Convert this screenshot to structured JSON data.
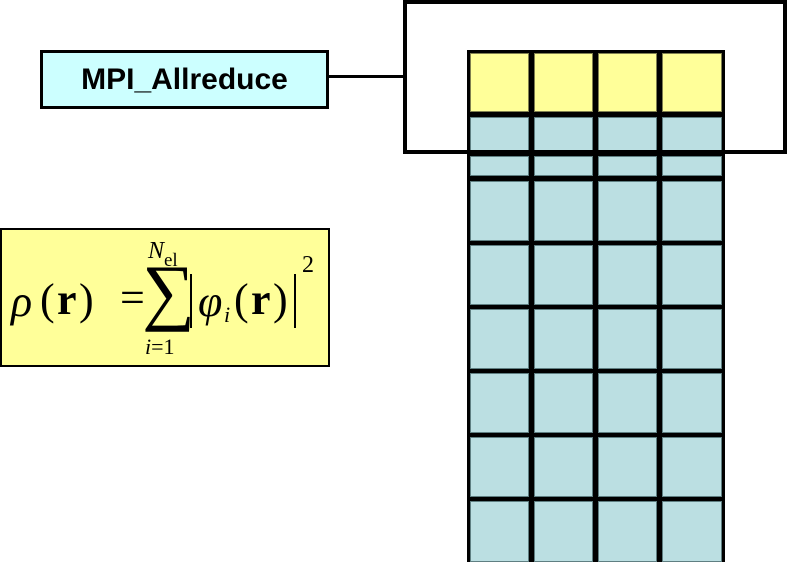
{
  "diagram": {
    "label_box": {
      "text": "MPI_Allreduce",
      "fill": "#CCFFFF",
      "border": "#000000"
    },
    "equation_box": {
      "fill": "#FFFF99",
      "border": "#000000",
      "latex": "\\rho(\\mathbf{r}) = \\sum_{i=1}^{N_{\\mathrm{el}}} \\left|\\varphi_i(\\mathbf{r})\\right|^2",
      "parts": {
        "rho": "ρ",
        "open_paren": "(",
        "r": "r",
        "close_paren": ")",
        "equals": "=",
        "sigma": "∑",
        "upper_limit_var": "N",
        "upper_limit_sub": "el",
        "lower_limit_var": "i",
        "lower_limit_eq": "=1",
        "phi": "φ",
        "phi_sub": "i",
        "open_paren2": "(",
        "r2": "r",
        "close_paren2": ")",
        "exponent": "2"
      }
    },
    "grid": {
      "columns": 4,
      "rows": 8,
      "header_row_fill": "#FFFF99",
      "body_fill": "#BBDFE2",
      "line_color": "#000000",
      "note": "top row highlighted, enclosed by reduction bracket box"
    },
    "bracket_box": {
      "fill": "none",
      "border": "#000000"
    },
    "connector": {
      "from": "label_box",
      "to": "bracket_box"
    }
  }
}
